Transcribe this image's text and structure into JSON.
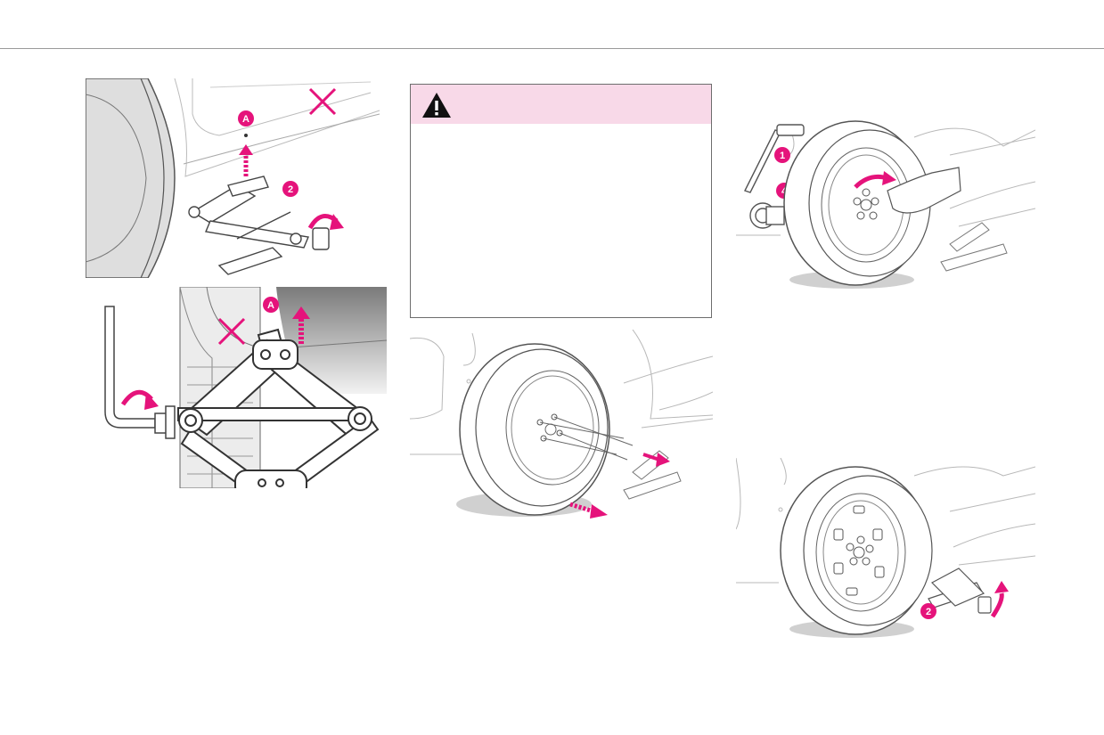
{
  "page": {
    "background": "#ffffff",
    "rule_color": "#9a9a9a",
    "accent_color": "#e5137b",
    "line_color": "#555555",
    "faint_line_color": "#b8b8b8"
  },
  "warning": {
    "header_color": "#f8d9e8",
    "border_color": "#6d6d6d",
    "icon": "warning-triangle-icon"
  },
  "labels": {
    "jack_point": "A",
    "jack_step": "2",
    "wrench_step": "1",
    "nut_step": "4",
    "lower_jack_step": "2"
  }
}
